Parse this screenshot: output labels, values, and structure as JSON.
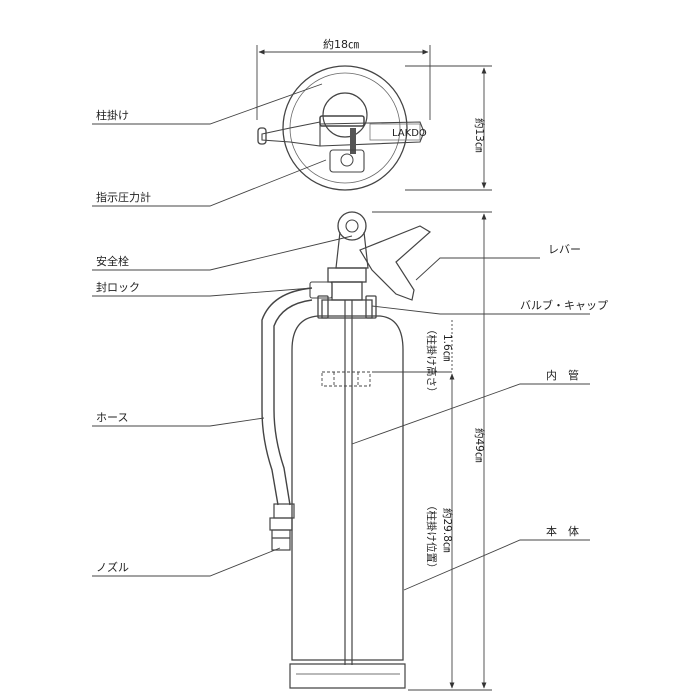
{
  "labels": {
    "pole_hook": "柱掛け",
    "pressure_gauge": "指示圧力計",
    "safety_pin": "安全栓",
    "seal_lock": "封ロック",
    "hose": "ホース",
    "nozzle": "ノズル",
    "lever": "レバー",
    "valve_cap": "バルブ・キャップ",
    "inner_tube": "内　管",
    "body": "本　体"
  },
  "dimensions": {
    "width": "約18㎝",
    "depth": "約13㎝",
    "height": "約49㎝",
    "hook_height_label": "（柱掛け高さ）",
    "hook_height_value": "1.6㎝",
    "hook_pos_label": "（柱掛け位置）",
    "hook_pos_value": "約29.8㎝"
  },
  "gauge_text": "LAKDO"
}
